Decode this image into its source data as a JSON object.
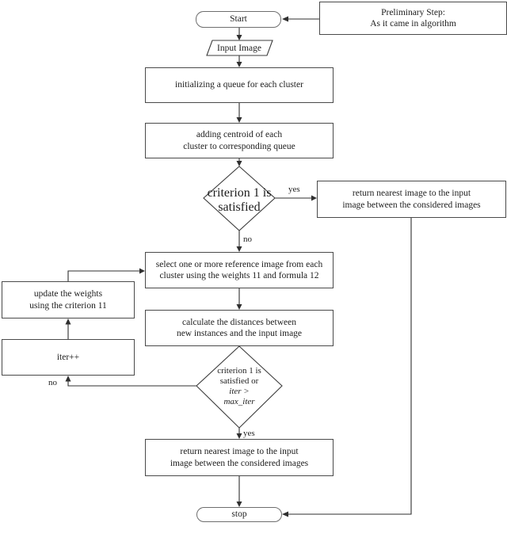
{
  "diagram_title": "image retrieval algorithm flowchart",
  "colors": {
    "background": "#ffffff",
    "node_fill": "#ffffff",
    "node_border": "#4a4a4a",
    "connector": "#2f2f2f",
    "text": "#1d1d1d"
  },
  "nodes": {
    "start": {
      "label": "Start"
    },
    "preliminary": {
      "line1": "Preliminary Step:",
      "line2": "As it came in algorithm"
    },
    "input_image": {
      "label": "Input Image"
    },
    "init_queue": {
      "label": "initializing a queue for each cluster"
    },
    "add_centroid": {
      "line1": "adding centroid of each",
      "line2": "cluster to corresponding queue"
    },
    "decision1": {
      "line1": "criterion 1 is",
      "line2": "satisfied"
    },
    "return_top": {
      "line1": "return nearest image to the input",
      "line2": "image between the considered images"
    },
    "select_ref": {
      "line1": "select one or more reference image from each",
      "line2": "cluster using the weights 11 and formula 12"
    },
    "update_weights": {
      "line1": "update the weights",
      "line2": "using the criterion 11"
    },
    "calc_dist": {
      "line1": "calculate the distances between",
      "line2": "new instances and the input image"
    },
    "iter": {
      "label": "iter++"
    },
    "decision2": {
      "line1": "criterion 1 is",
      "line2": "satisfied or",
      "line3": "iter >",
      "line4": "max_iter"
    },
    "return_bottom": {
      "line1": "return nearest image to the input",
      "line2": "image between the considered images"
    },
    "stop": {
      "label": "stop"
    }
  },
  "edge_labels": {
    "decision1_yes": "yes",
    "decision1_no": "no",
    "decision2_yes": "yes",
    "decision2_no": "no"
  }
}
